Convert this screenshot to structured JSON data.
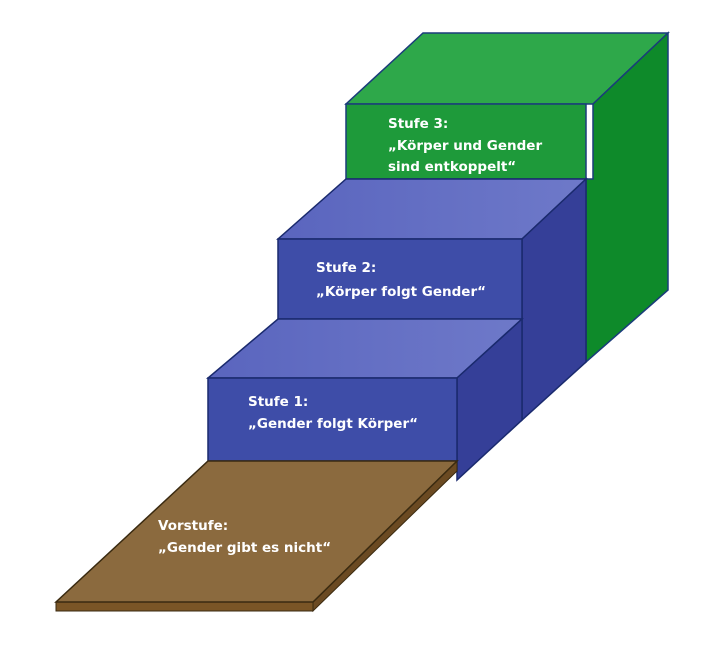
{
  "steps": [
    {
      "id": "vorstufe",
      "line1": "Vorstufe:",
      "line2": "„Gender gibt es nicht“",
      "line3": "",
      "color": "#8B6A3E"
    },
    {
      "id": "stufe1",
      "line1": "Stufe 1:",
      "line2": "„Gender folgt Körper“",
      "line3": "",
      "color": "#3E4DA8"
    },
    {
      "id": "stufe2",
      "line1": "Stufe 2:",
      "line2": "„Körper folgt Gender“",
      "line3": "",
      "color": "#3E4DA8"
    },
    {
      "id": "stufe3",
      "line1": "Stufe 3:",
      "line2": "„Körper und Gender",
      "line3": "sind  entkoppelt“",
      "color": "#1E9A3A"
    }
  ]
}
